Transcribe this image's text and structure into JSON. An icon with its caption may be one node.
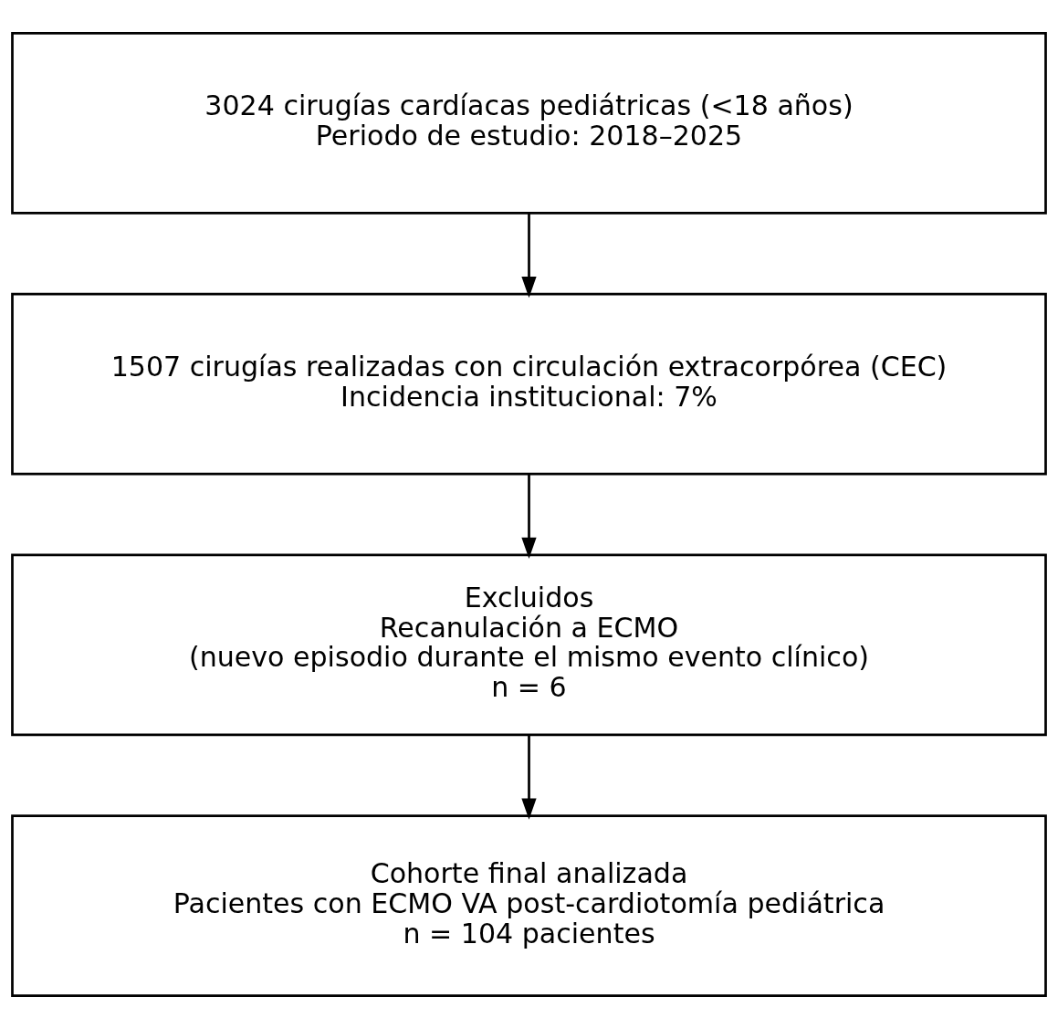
{
  "diagram": {
    "nodes": [
      {
        "text": [
          "3024 cirugías cardíacas pediátricas (<18 años)",
          "Periodo de estudio: 2018–2025"
        ]
      },
      {
        "text": [
          "1507 cirugías realizadas con circulación extracorpórea (CEC)",
          "Incidencia institucional: 7%"
        ]
      },
      {
        "text": [
          "Excluidos",
          "Recanulación a ECMO",
          "(nuevo episodio durante el mismo evento clínico)",
          "n = 6"
        ]
      },
      {
        "text": [
          "Cohorte final analizada",
          "Pacientes con ECMO VA post-cardiotomía pediátrica",
          "n = 104 pacientes"
        ]
      }
    ],
    "edges": [
      {
        "from": 0,
        "to": 1,
        "arrow": "to"
      },
      {
        "from": 1,
        "to": 2,
        "arrow": "to"
      },
      {
        "from": 2,
        "to": 3,
        "arrow": "to"
      }
    ]
  }
}
